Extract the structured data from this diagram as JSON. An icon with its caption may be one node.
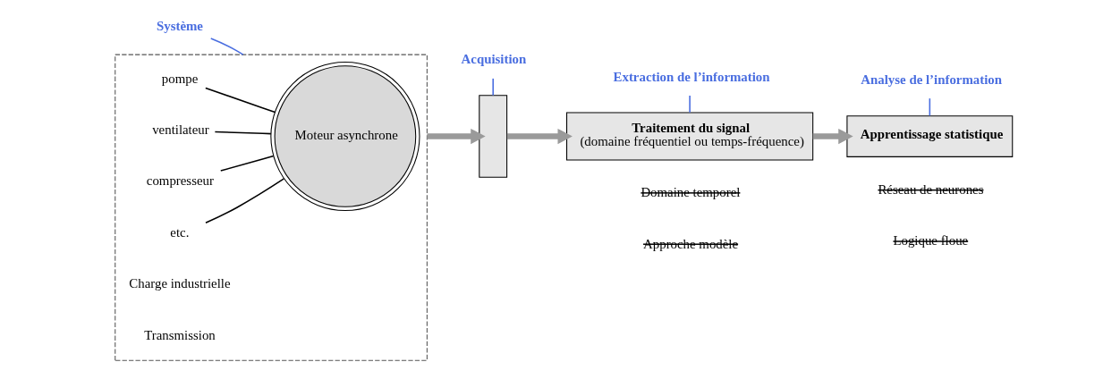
{
  "diagram": {
    "nodes": [
      {
        "text": [
          "Système"
        ]
      },
      {
        "text": [],
        "shape": "box"
      },
      {
        "text": [
          "pompe"
        ],
        "in": 1
      },
      {
        "text": [
          "ventilateur"
        ],
        "in": 1
      },
      {
        "text": [
          "compresseur"
        ],
        "in": 1
      },
      {
        "text": [
          "etc."
        ],
        "in": 1
      },
      {
        "text": [
          "Moteur asynchrone"
        ],
        "in": 1
      },
      {
        "text": [
          "Acquisition"
        ]
      },
      {
        "text": [],
        "shape": "box"
      },
      {
        "text": [
          "Extraction de l’information"
        ]
      },
      {
        "text": [
          "Traitement du signal",
          "(domaine fréquentiel ou temps-fréquence)"
        ],
        "beside": [
          "Domaine temporel",
          "Approche modèle"
        ]
      },
      {
        "text": [
          "Analyse de l’information"
        ]
      },
      {
        "text": [
          "Apprentissage statistique"
        ],
        "beside": [
          "Réseau de neurones",
          "Logique floue"
        ]
      }
    ],
    "edges": [
      {
        "from": 0,
        "to": 1,
        "arrow": "none",
        "color": "#4a6ee0"
      },
      {
        "from": 2,
        "to": 6,
        "arrow": "none",
        "color": "#000000"
      },
      {
        "from": 3,
        "to": 6,
        "arrow": "none",
        "color": "#000000"
      },
      {
        "from": 4,
        "to": 6,
        "arrow": "none",
        "color": "#000000"
      },
      {
        "from": 5,
        "to": 6,
        "arrow": "none",
        "color": "#000000"
      },
      {
        "from": 7,
        "to": 8,
        "arrow": "none",
        "color": "#4a6ee0"
      },
      {
        "from": 9,
        "to": 10,
        "arrow": "none",
        "color": "#4a6ee0"
      },
      {
        "from": 11,
        "to": 12,
        "arrow": "none",
        "color": "#4a6ee0"
      },
      {
        "from": 1,
        "to": 8,
        "arrow": "to",
        "style": "thick",
        "color": "#9a9a9a"
      },
      {
        "from": 8,
        "to": 10,
        "arrow": "to",
        "style": "thick",
        "color": "#9a9a9a"
      },
      {
        "from": 10,
        "to": 12,
        "arrow": "to",
        "style": "thick",
        "color": "#9a9a9a"
      }
    ],
    "labels": [
      "Charge industrielle",
      "Transmission"
    ]
  }
}
